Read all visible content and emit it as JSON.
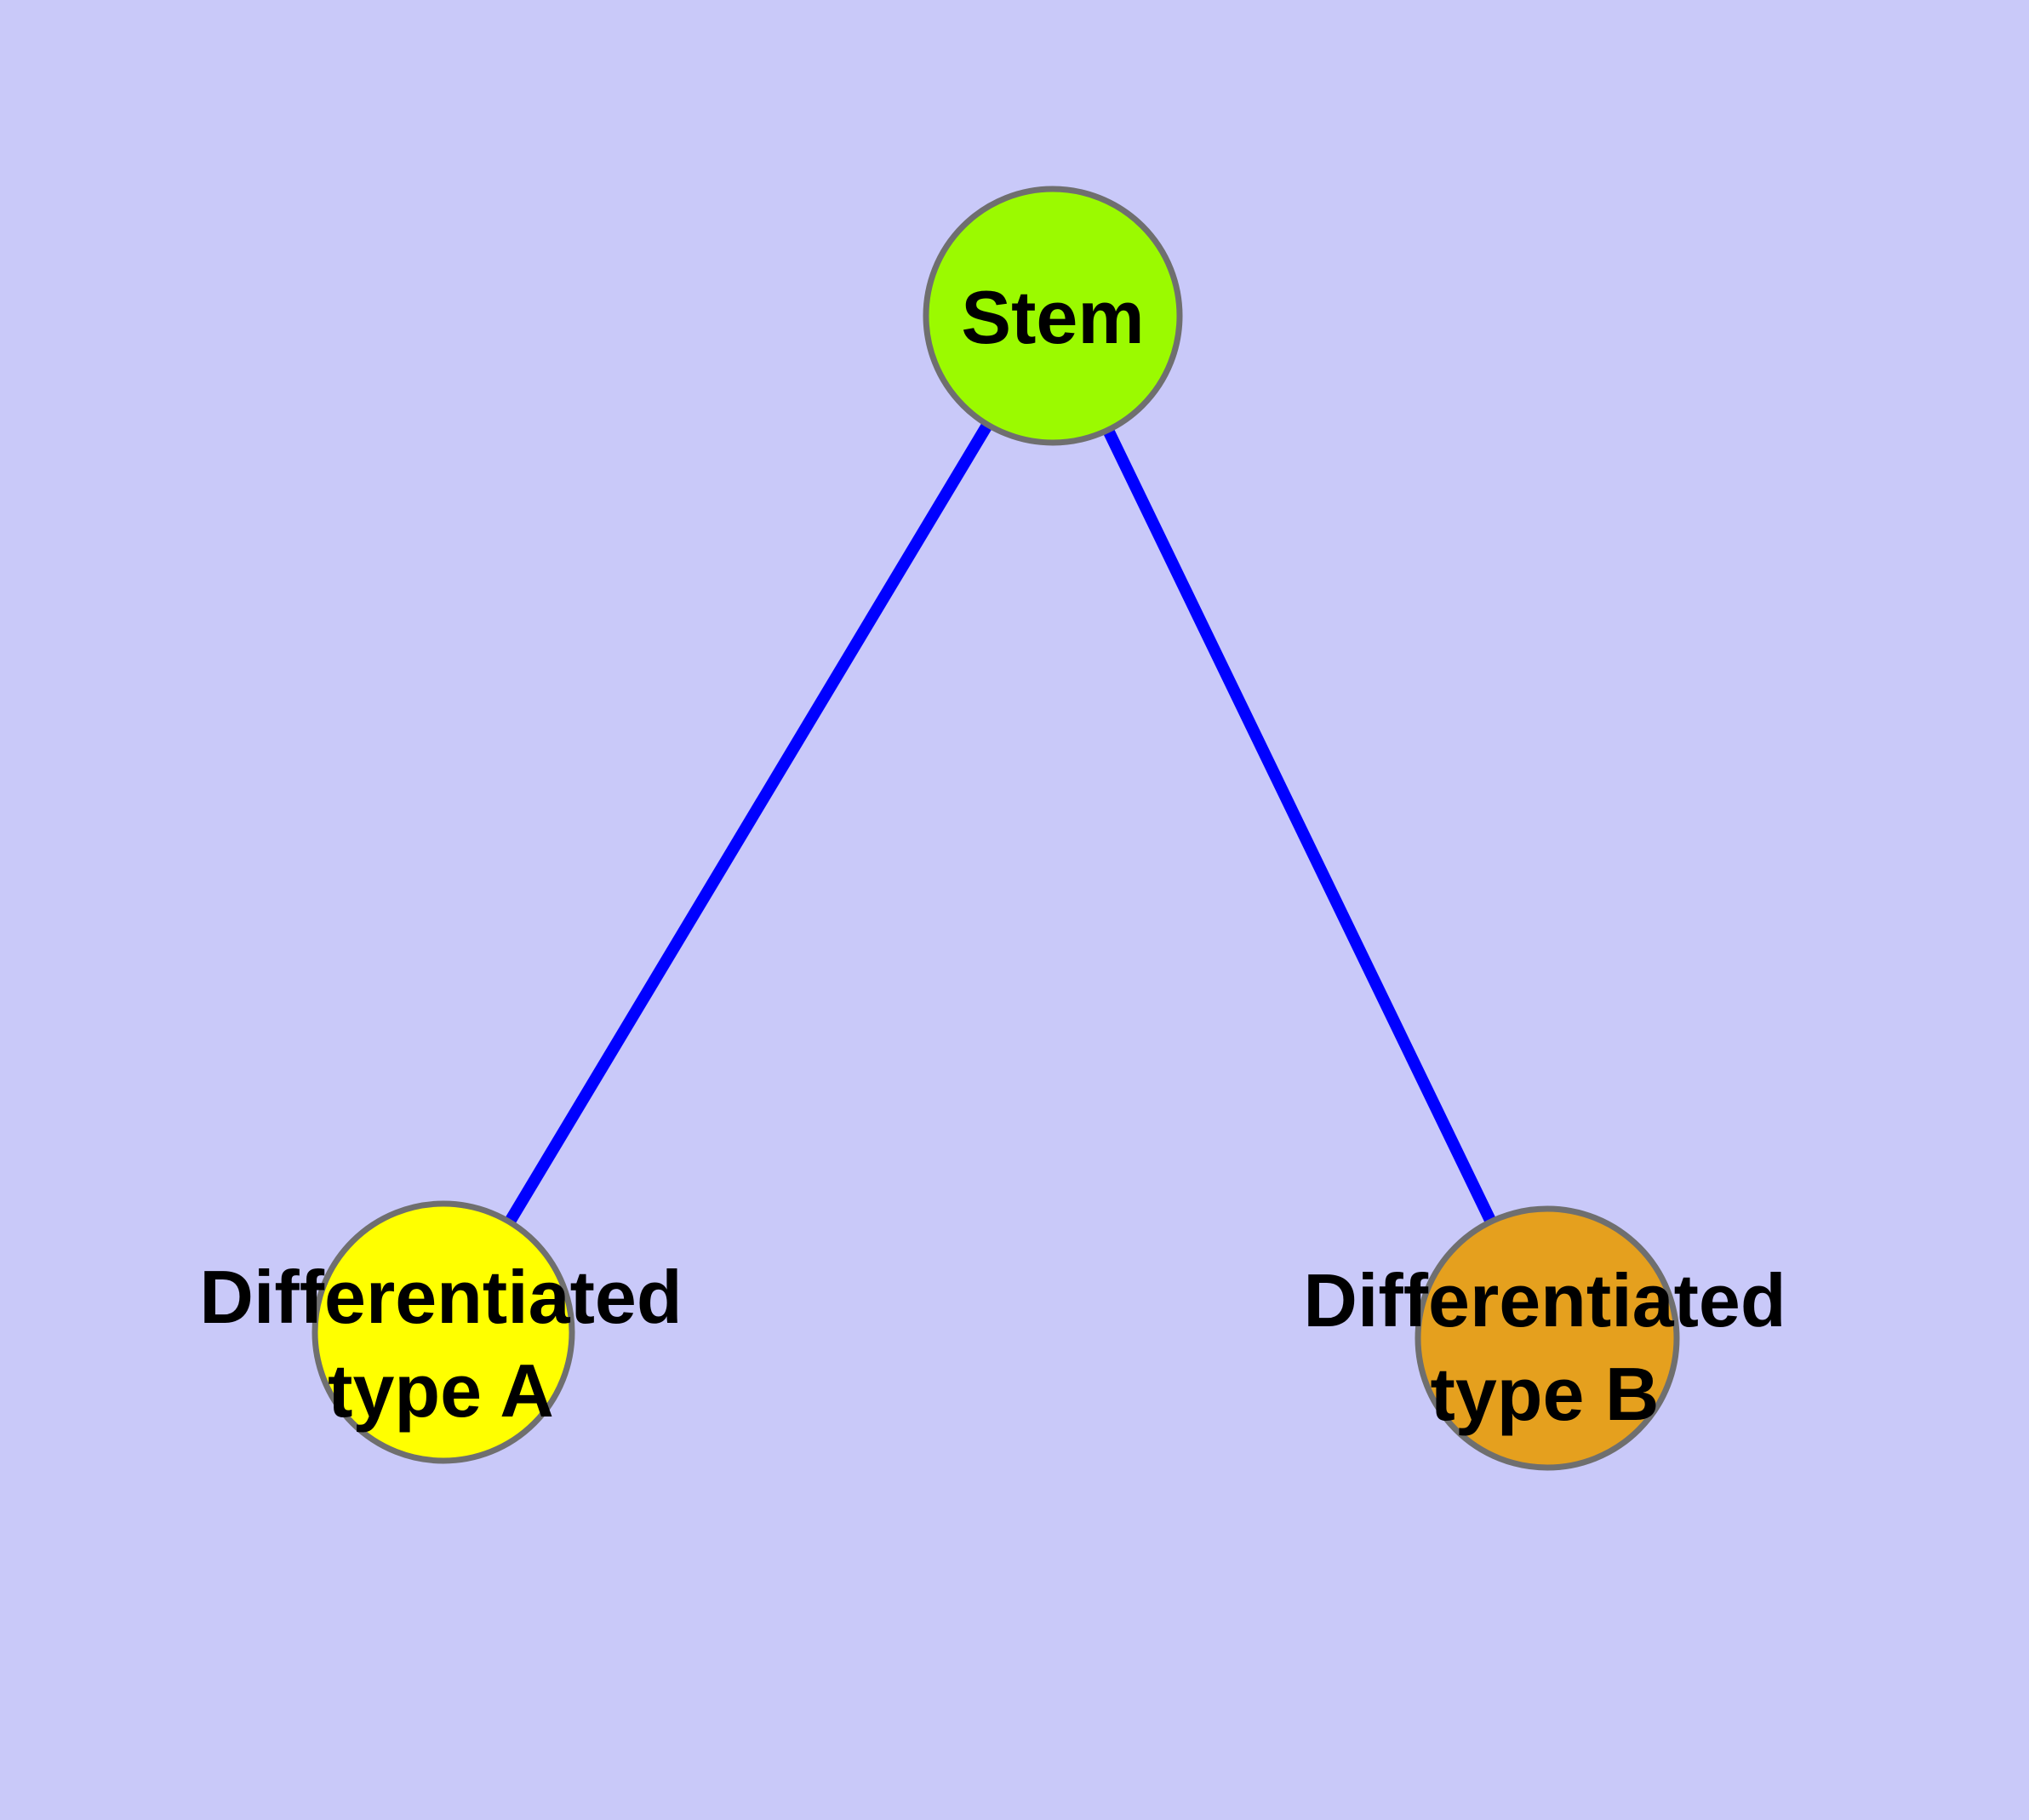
{
  "diagram": {
    "background_color": "#C9C9F9",
    "edge_color": "#0000FF",
    "node_border_color": "#6F6F6F",
    "label_color": "#000000",
    "nodes": [
      {
        "id": "stem",
        "label": "Stem",
        "line1": "Stem",
        "line2": "",
        "fill": "#9BFA00"
      },
      {
        "id": "differentiated-type-a",
        "label": "Differentiated type A",
        "line1": "Differentiated",
        "line2": "type A",
        "fill": "#FFFF00"
      },
      {
        "id": "differentiated-type-b",
        "label": "Differentiated type B",
        "line1": "Differentiated",
        "line2": "type B",
        "fill": "#E5A01E"
      }
    ],
    "edges": [
      {
        "from": "Stem",
        "to": "Differentiated type A"
      },
      {
        "from": "Stem",
        "to": "Differentiated type B"
      }
    ]
  }
}
